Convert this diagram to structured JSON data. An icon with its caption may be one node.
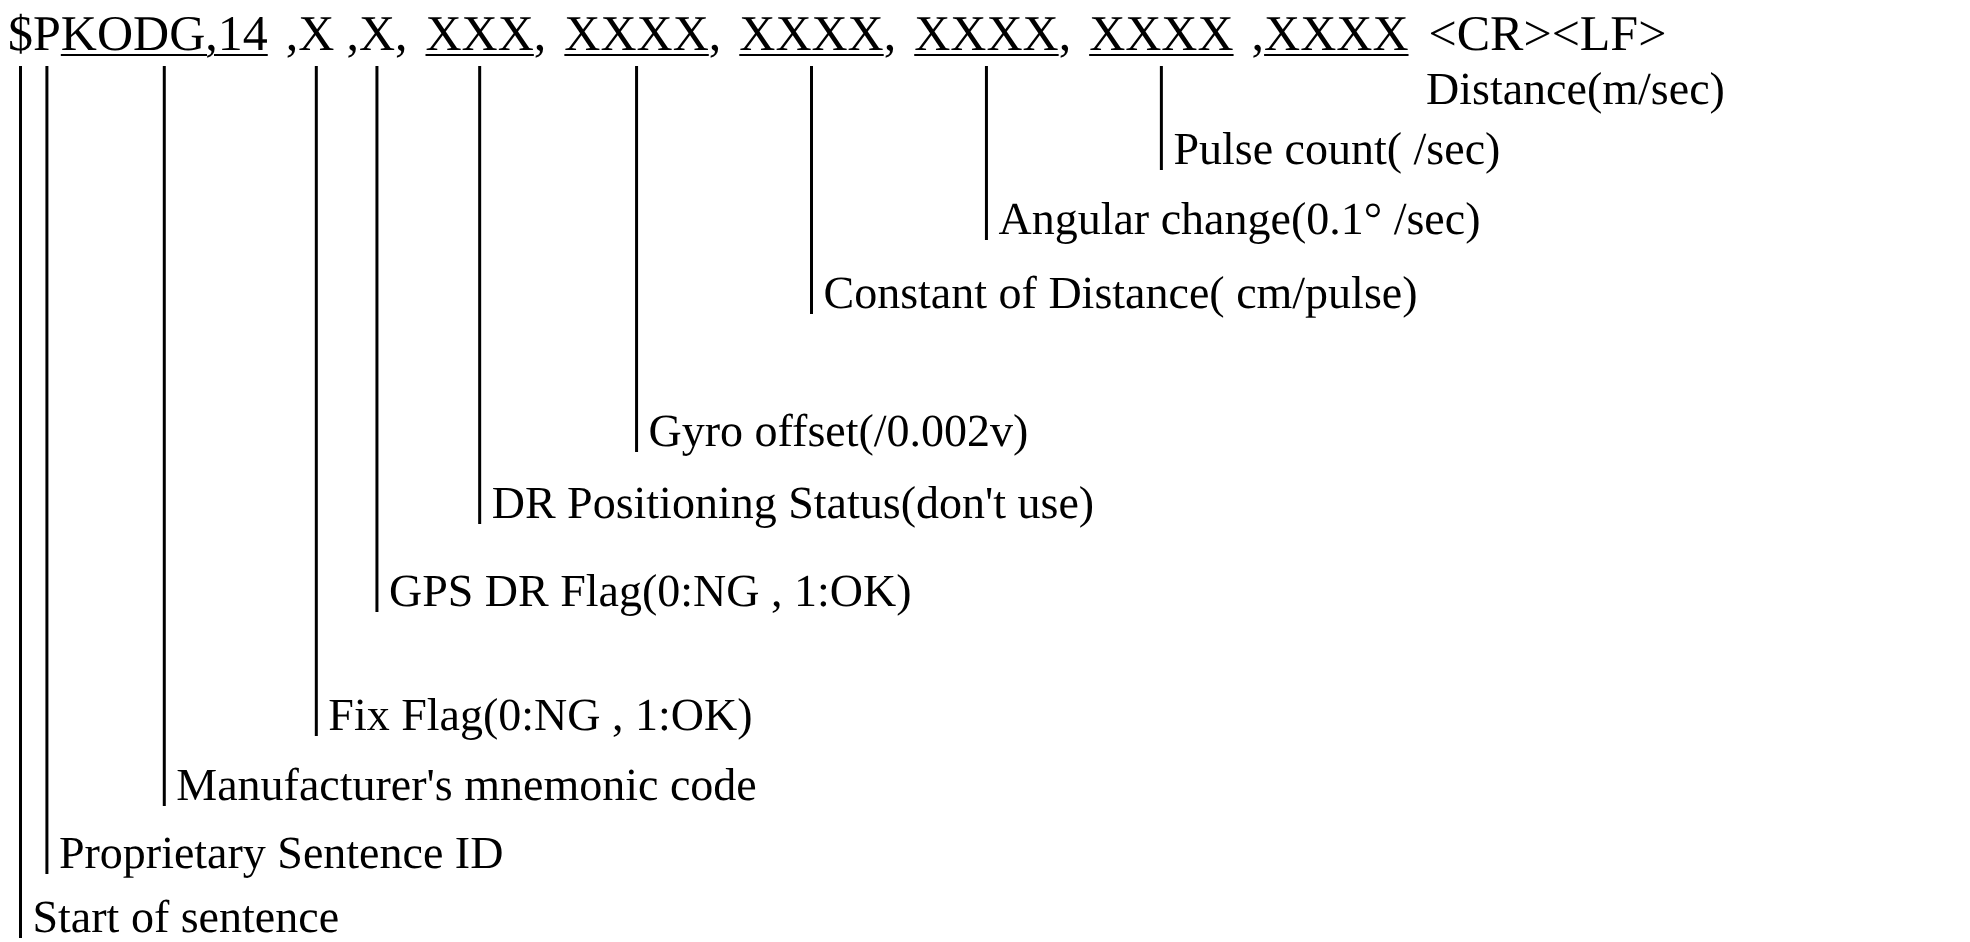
{
  "diagram": {
    "nodes": [
      {
        "text": [
          "$"
        ]
      },
      {
        "text": [
          "P"
        ]
      },
      {
        "text": [
          "KODG,14"
        ]
      },
      {
        "text": [
          "X"
        ]
      },
      {
        "text": [
          "X"
        ]
      },
      {
        "text": [
          "XXX"
        ]
      },
      {
        "text": [
          "XXXX"
        ]
      },
      {
        "text": [
          "XXXX"
        ]
      },
      {
        "text": [
          "XXXX"
        ]
      },
      {
        "text": [
          "XXXX"
        ]
      },
      {
        "text": [
          "XXXX"
        ]
      },
      {
        "text": [
          "Pulse count( /sec)"
        ]
      },
      {
        "text": [
          "Angular change(0.1° /sec)"
        ]
      },
      {
        "text": [
          "Constant of Distance( cm/pulse)"
        ]
      },
      {
        "text": [
          "Gyro offset(/0.002v)"
        ]
      },
      {
        "text": [
          "DR Positioning Status(don't use)"
        ]
      },
      {
        "text": [
          "GPS DR Flag(0:NG , 1:OK)"
        ]
      },
      {
        "text": [
          "Fix Flag(0:NG , 1:OK)"
        ]
      },
      {
        "text": [
          "Manufacturer's mnemonic code"
        ]
      },
      {
        "text": [
          "Proprietary Sentence ID"
        ]
      },
      {
        "text": [
          "Start of sentence"
        ]
      }
    ],
    "edges": [
      {
        "from": 11,
        "to": 9,
        "arrow": "none"
      },
      {
        "from": 12,
        "to": 8,
        "arrow": "none"
      },
      {
        "from": 13,
        "to": 7,
        "arrow": "none"
      },
      {
        "from": 14,
        "to": 6,
        "arrow": "none"
      },
      {
        "from": 15,
        "to": 5,
        "arrow": "none"
      },
      {
        "from": 16,
        "to": 4,
        "arrow": "none"
      },
      {
        "from": 17,
        "to": 3,
        "arrow": "none"
      },
      {
        "from": 18,
        "to": 2,
        "arrow": "none"
      },
      {
        "from": 19,
        "to": 1,
        "arrow": "none"
      },
      {
        "from": 20,
        "to": 0,
        "arrow": "none"
      }
    ],
    "labels": [
      ",",
      ",",
      ",",
      ",",
      ",",
      ",",
      ",",
      ",",
      "<CR><LF>",
      "Distance(m/sec)"
    ]
  }
}
